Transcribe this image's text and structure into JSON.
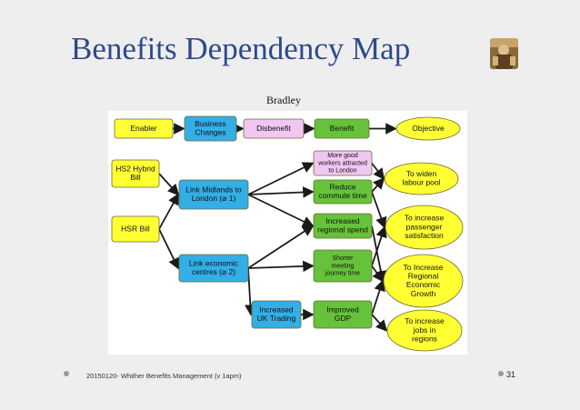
{
  "slide": {
    "title": "Benefits Dependency Map",
    "author": "Bradley",
    "footer": "20150120- Whither Benefits Management (v 1apm)",
    "page_number": "31"
  },
  "legend": [
    {
      "id": "lg-enabler",
      "lines": [
        "Enabler"
      ],
      "kind": "enabler"
    },
    {
      "id": "lg-business-changes",
      "lines": [
        "Business",
        "Changes"
      ],
      "kind": "change"
    },
    {
      "id": "lg-disbenefit",
      "lines": [
        "Disbenefit"
      ],
      "kind": "disbenefit"
    },
    {
      "id": "lg-benefit",
      "lines": [
        "Benefit"
      ],
      "kind": "benefit"
    },
    {
      "id": "lg-objective",
      "lines": [
        "Objective"
      ],
      "kind": "objective"
    }
  ],
  "enablers": [
    {
      "id": "hs2-bill",
      "lines": [
        "HS2 Hybrid",
        "Bill"
      ]
    },
    {
      "id": "hsr-bill",
      "lines": [
        "HSR Bill"
      ]
    }
  ],
  "business_changes": [
    {
      "id": "link-midlands",
      "lines": [
        "Link Midlands to",
        "London (⌀ 1)"
      ]
    },
    {
      "id": "link-economic",
      "lines": [
        "Link economic",
        "centres (⌀ 2)"
      ]
    },
    {
      "id": "increased-uk-trading",
      "lines": [
        "Increased",
        "UK Trading"
      ]
    }
  ],
  "disbenefits": [
    {
      "id": "more-good-workers",
      "lines": [
        "More good",
        "workers attracted",
        "to London"
      ]
    }
  ],
  "benefits": [
    {
      "id": "reduce-commute",
      "lines": [
        "Reduce",
        "commute time"
      ]
    },
    {
      "id": "increased-regional-spend",
      "lines": [
        "Increased",
        "regional spend"
      ]
    },
    {
      "id": "shorter-meeting",
      "lines": [
        "Shorter",
        "meeting",
        "journey time"
      ]
    },
    {
      "id": "improved-gdp",
      "lines": [
        "Improved",
        "GDP"
      ]
    }
  ],
  "objectives": [
    {
      "id": "widen-labour-pool",
      "lines": [
        "To widen",
        "labour pool"
      ]
    },
    {
      "id": "increase-passenger-satisfaction",
      "lines": [
        "To increase",
        "passenger",
        "satisfaction"
      ]
    },
    {
      "id": "increase-regional-growth",
      "lines": [
        "To Increase",
        "Regional",
        "Economic",
        "Growth"
      ]
    },
    {
      "id": "increase-jobs",
      "lines": [
        "To increase",
        "jobs in",
        "regions"
      ]
    }
  ],
  "links": [
    [
      "lg-enabler",
      "lg-business-changes"
    ],
    [
      "lg-business-changes",
      "lg-disbenefit"
    ],
    [
      "lg-disbenefit",
      "lg-benefit"
    ],
    [
      "lg-benefit",
      "lg-objective"
    ],
    [
      "hs2-bill",
      "link-midlands"
    ],
    [
      "hsr-bill",
      "link-midlands"
    ],
    [
      "hsr-bill",
      "link-economic"
    ],
    [
      "link-midlands",
      "more-good-workers"
    ],
    [
      "link-midlands",
      "reduce-commute"
    ],
    [
      "link-midlands",
      "increased-regional-spend"
    ],
    [
      "link-economic",
      "increased-regional-spend"
    ],
    [
      "link-economic",
      "shorter-meeting"
    ],
    [
      "link-economic",
      "increased-uk-trading"
    ],
    [
      "increased-uk-trading",
      "improved-gdp"
    ],
    [
      "more-good-workers",
      "widen-labour-pool"
    ],
    [
      "reduce-commute",
      "widen-labour-pool"
    ],
    [
      "reduce-commute",
      "increase-passenger-satisfaction"
    ],
    [
      "increased-regional-spend",
      "increase-regional-growth"
    ],
    [
      "shorter-meeting",
      "increase-passenger-satisfaction"
    ],
    [
      "shorter-meeting",
      "increase-regional-growth"
    ],
    [
      "improved-gdp",
      "increase-regional-growth"
    ],
    [
      "improved-gdp",
      "increase-jobs"
    ]
  ],
  "colors": {
    "enabler": "#ffff33",
    "change": "#33aee6",
    "disbenefit": "#f2c6f2",
    "benefit": "#66c23a",
    "objective": "#ffff33",
    "title": "#2e4a8a",
    "connector": "#1a1a1a"
  }
}
